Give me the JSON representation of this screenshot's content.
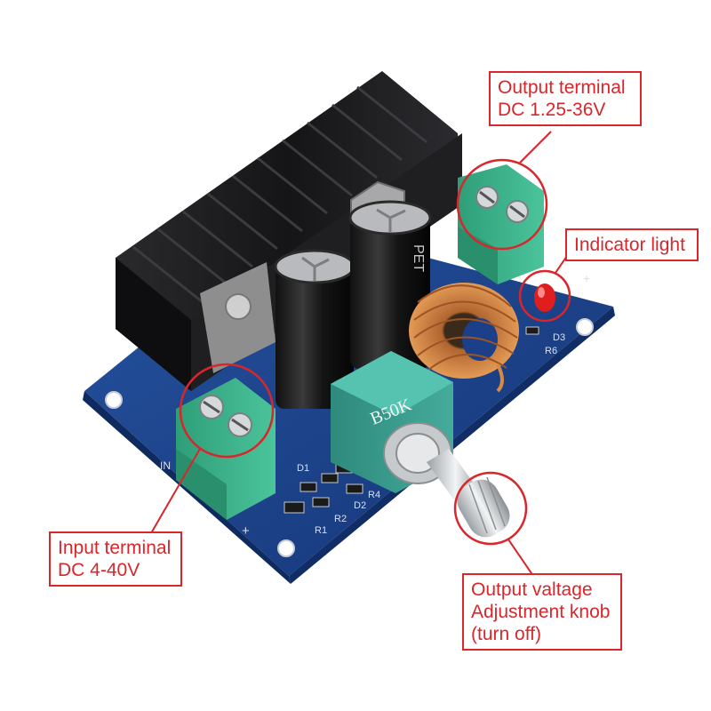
{
  "callouts": {
    "output_terminal": {
      "line1": "Output terminal",
      "line2": "DC 1.25-36V"
    },
    "indicator_light": {
      "line1": "Indicator light"
    },
    "input_terminal": {
      "line1": "Input terminal",
      "line2": "DC 4-40V"
    },
    "adjust_knob": {
      "line1": "Output valtage",
      "line2": "Adjustment knob",
      "line3": "(turn off)"
    }
  },
  "board_labels": {
    "pot_marking": "B50K",
    "cap_marking": "PET",
    "d1": "D1",
    "d2": "D2",
    "d3": "D3",
    "r1": "R1",
    "r2": "R2",
    "r4": "R4",
    "r6": "R6",
    "plus_in": "+",
    "plus_out": "+",
    "in_mark": "IN"
  },
  "colors": {
    "highlight": "#d8262b",
    "pcb": "#1c3f8a",
    "terminal": "#36b08a",
    "heatsink": "#1b1b1d",
    "copper": "#c9763a"
  }
}
